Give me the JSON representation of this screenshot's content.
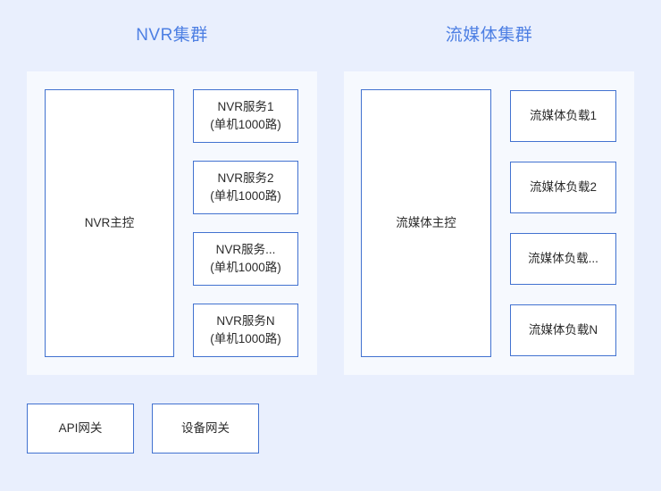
{
  "page": {
    "background_color": "#e9effd",
    "panel_color": "#f6f9fe",
    "box_border_color": "#4272d0",
    "title_color": "#4d7fe3",
    "box_fill_color": "#ffffff"
  },
  "clusters": [
    {
      "id": "nvr",
      "title": "NVR集群",
      "master": {
        "label": "NVR主控"
      },
      "services": [
        {
          "line1": "NVR服务1",
          "line2": "(单机1000路)"
        },
        {
          "line1": "NVR服务2",
          "line2": "(单机1000路)"
        },
        {
          "line1": "NVR服务...",
          "line2": "(单机1000路)"
        },
        {
          "line1": "NVR服务N",
          "line2": "(单机1000路)"
        }
      ]
    },
    {
      "id": "stream",
      "title": "流媒体集群",
      "master": {
        "label": "流媒体主控"
      },
      "services": [
        {
          "line1": "流媒体负载1",
          "line2": ""
        },
        {
          "line1": "流媒体负载2",
          "line2": ""
        },
        {
          "line1": "流媒体负载...",
          "line2": ""
        },
        {
          "line1": "流媒体负载N",
          "line2": ""
        }
      ]
    }
  ],
  "gateways": [
    {
      "label": "API网关"
    },
    {
      "label": "设备网关"
    }
  ]
}
